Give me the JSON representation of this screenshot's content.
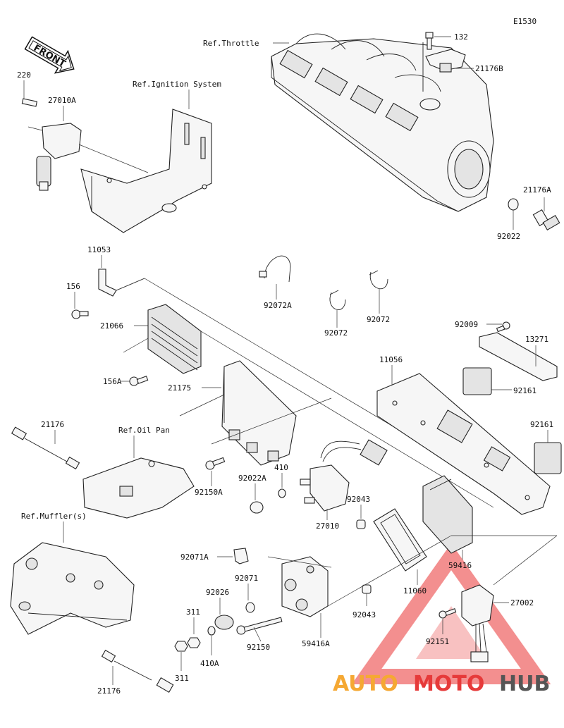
{
  "diagram_code": "E1530",
  "front_label": "FRONT",
  "references": {
    "throttle": "Ref.Throttle",
    "ignition": "Ref.Ignition System",
    "oil_pan": "Ref.Oil Pan",
    "muffler": "Ref.Muffler(s)"
  },
  "part_numbers": {
    "p132": "132",
    "p21176B": "21176B",
    "p21176A": "21176A",
    "p92022": "92022",
    "p220": "220",
    "p27010A": "27010A",
    "p11053": "11053",
    "p156": "156",
    "p92072A": "92072A",
    "p92072_1": "92072",
    "p92072_2": "92072",
    "p21066": "21066",
    "p92009": "92009",
    "p13271": "13271",
    "p156A": "156A",
    "p11056": "11056",
    "p92161_1": "92161",
    "p92161_2": "92161",
    "p21175": "21175",
    "p21176_1": "21176",
    "p92150A": "92150A",
    "p410": "410",
    "p92022A": "92022A",
    "p92043_1": "92043",
    "p27010": "27010",
    "p92071A": "92071A",
    "p92071": "92071",
    "p92026": "92026",
    "p311_1": "311",
    "p311_2": "311",
    "p410A": "410A",
    "p92150": "92150",
    "p59416A": "59416A",
    "p92043_2": "92043",
    "p11060": "11060",
    "p59416": "59416",
    "p27002": "27002",
    "p92151": "92151",
    "p21176_2": "21176"
  },
  "watermark": {
    "part1": "AUTO",
    "part2": "MOTO",
    "part3": "HUB",
    "color_orange": "#f5a833",
    "color_red": "#e63a3a",
    "color_gray": "#555555"
  }
}
